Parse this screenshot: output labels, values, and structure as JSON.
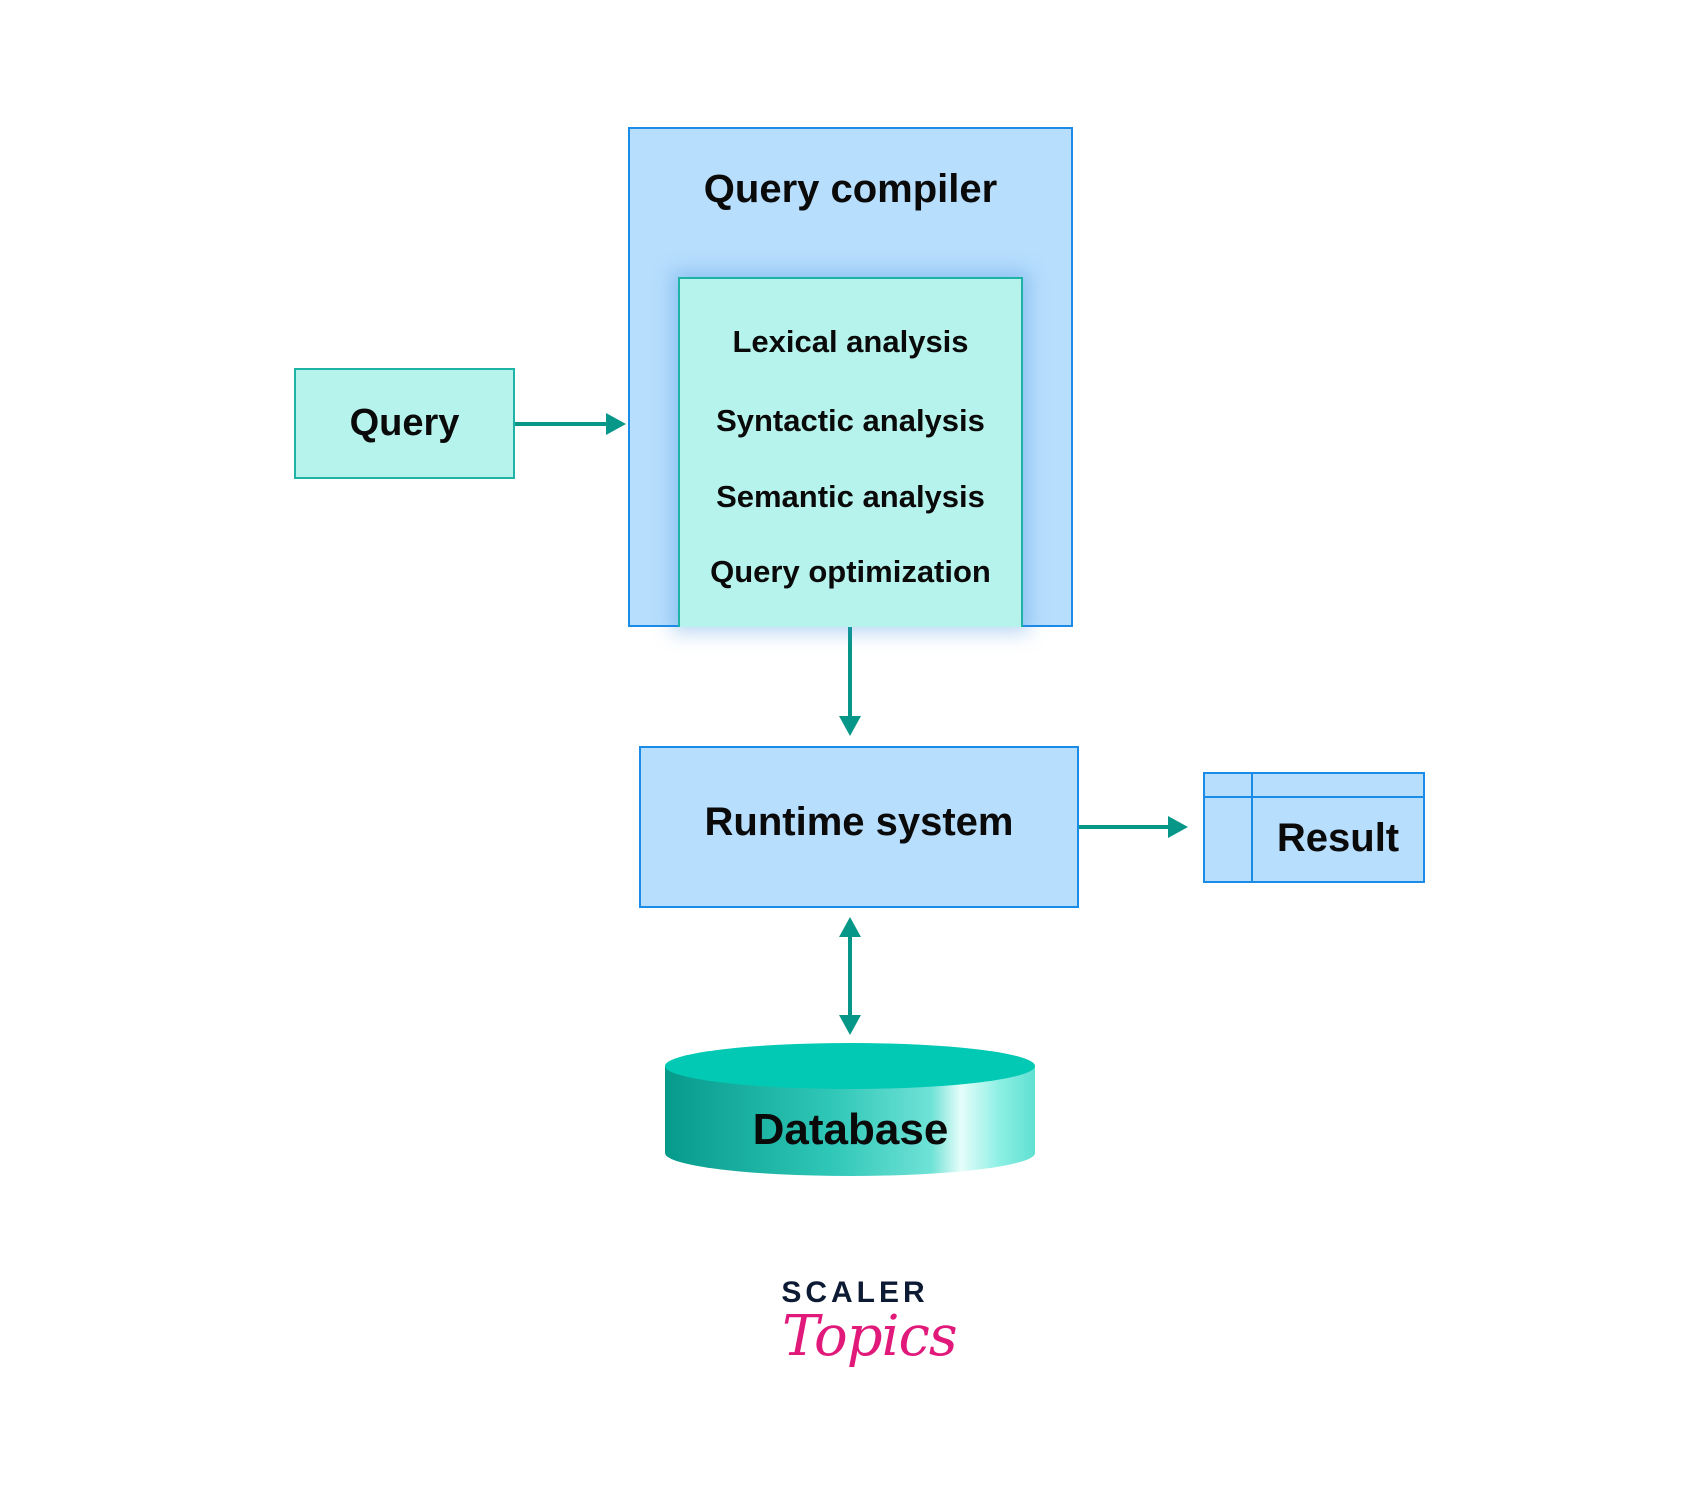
{
  "diagram": {
    "title": "Query processing pipeline",
    "nodes": {
      "query": {
        "label": "Query"
      },
      "compiler": {
        "label": "Query compiler",
        "stages": [
          "Lexical analysis",
          "Syntactic analysis",
          "Semantic analysis",
          "Query optimization"
        ]
      },
      "runtime": {
        "label": "Runtime system"
      },
      "result": {
        "label": "Result"
      },
      "database": {
        "label": "Database"
      }
    },
    "edges": [
      {
        "from": "Query",
        "to": "Query compiler",
        "direction": "one-way"
      },
      {
        "from": "Query compiler",
        "to": "Runtime system",
        "direction": "one-way"
      },
      {
        "from": "Runtime system",
        "to": "Result",
        "direction": "one-way"
      },
      {
        "from": "Runtime system",
        "to": "Database",
        "direction": "two-way"
      }
    ],
    "colors": {
      "teal_fill": "#b6f3ec",
      "teal_border": "#1fb3a6",
      "blue_fill": "#b8defd",
      "blue_border": "#1a8be6",
      "arrow": "#079788",
      "db_top": "#02c9b4",
      "db_side_dark": "#069a8b"
    }
  },
  "logo": {
    "line1": "SCALER",
    "line2": "Topics",
    "line1_color": "#0c1a33",
    "line2_color": "#e0197a"
  }
}
